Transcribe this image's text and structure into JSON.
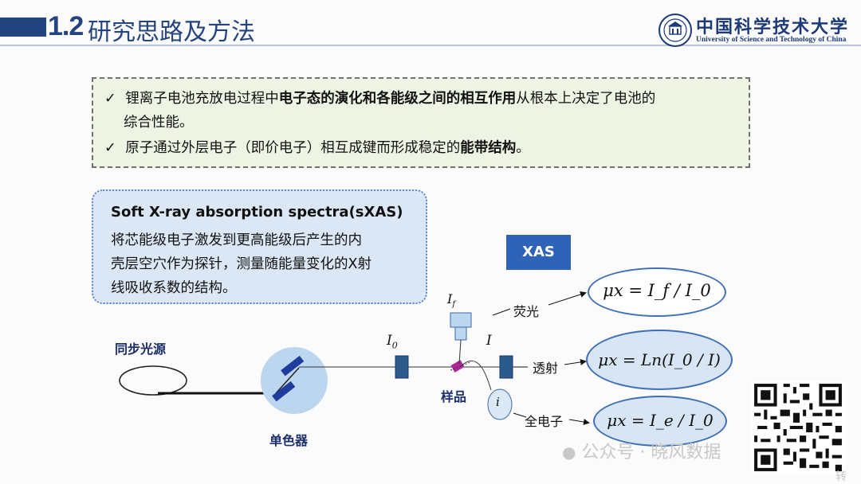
{
  "header": {
    "section_number": "1.2",
    "title": "研究思路及方法",
    "logo_cn": "中国科学技术大学",
    "logo_en": "University of Science and Technology of China"
  },
  "summary": {
    "check": "✓",
    "line1_pre": "锂离子电池充放电过程中",
    "line1_bold": "电子态的演化和各能级之间的相互作用",
    "line1_post": "从根本上决定了电池的",
    "line2": "综合性能。",
    "line3_pre": "原子通过外层电子（即价电子）相互成键而形成稳定的",
    "line3_bold": "能带结构",
    "line3_post": "。"
  },
  "method": {
    "title": "Soft X-ray absorption spectra(sXAS)",
    "line1": "将芯能级电子激发到更高能级后产生的内",
    "line2": "壳层空穴作为探针，测量随能量变化的X射",
    "line3": "线吸收系数的结构。"
  },
  "diagram": {
    "source_label": "同步光源",
    "mono_label": "单色器",
    "sample_label": "样品",
    "i0_label": "I",
    "i0_sub": "0",
    "i_label": "I",
    "if_label": "I",
    "if_sub": "f",
    "ie_label": "i",
    "xas_label": "XAS",
    "fluorescence": "荧光",
    "transmission": "透射",
    "total_electron": "全电子",
    "eq1": "μx = I_f / I_0",
    "eq2": "μx = Ln(I_0 / I)",
    "eq3": "μx = I_e / I_0"
  },
  "watermark": {
    "text": "公众号 · 晓风数据",
    "text2": "转"
  }
}
